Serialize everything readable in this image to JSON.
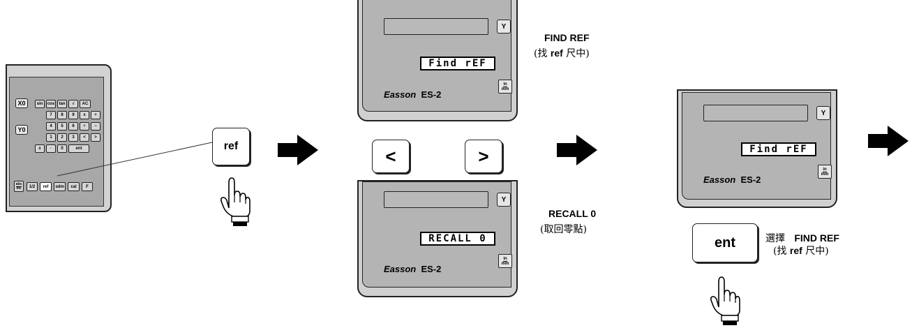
{
  "keypad": {
    "axis_x": "X0",
    "axis_y": "Y0",
    "rows": [
      [
        "sin",
        "cos",
        "tan",
        "√",
        "AC"
      ],
      [
        "7",
        "8",
        "9",
        "x",
        "+"
      ],
      [
        "4",
        "5",
        "6",
        "÷",
        "−"
      ],
      [
        "1",
        "2",
        "3",
        "<",
        ">"
      ],
      [
        "±",
        "·",
        "0",
        "ent"
      ]
    ],
    "bottom": [
      "abs/inc",
      "1/2",
      "ref",
      "sdm",
      "cal",
      "F"
    ],
    "abs_top": "abs",
    "abs_bottom": "inc"
  },
  "ref_key": "ref",
  "left_key": "<",
  "right_key": ">",
  "ent_key": "ent",
  "display_find": {
    "axis": "Y",
    "message": "Find rEF",
    "brand": "Easson",
    "model": "ES-2",
    "in_label": "in",
    "mm_label": "mm"
  },
  "display_recall": {
    "axis": "Y",
    "message": "RECALL 0",
    "brand": "Easson",
    "model": "ES-2",
    "in_label": "in",
    "mm_label": "mm"
  },
  "display_final": {
    "axis": "Y",
    "message": "Find rEF",
    "brand": "Easson",
    "model": "ES-2",
    "in_label": "in",
    "mm_label": "mm"
  },
  "labels": {
    "find_ref_title": "FIND REF",
    "find_ref_open": "(找 ",
    "find_ref_bold": "ref",
    "find_ref_close": " 尺中)",
    "recall_title": "RECALL 0",
    "recall_sub": "(取回零點)",
    "select_prefix": "選擇",
    "select_title": "FIND REF",
    "select_open": "(找 ",
    "select_bold": "ref",
    "select_close": " 尺中)"
  }
}
